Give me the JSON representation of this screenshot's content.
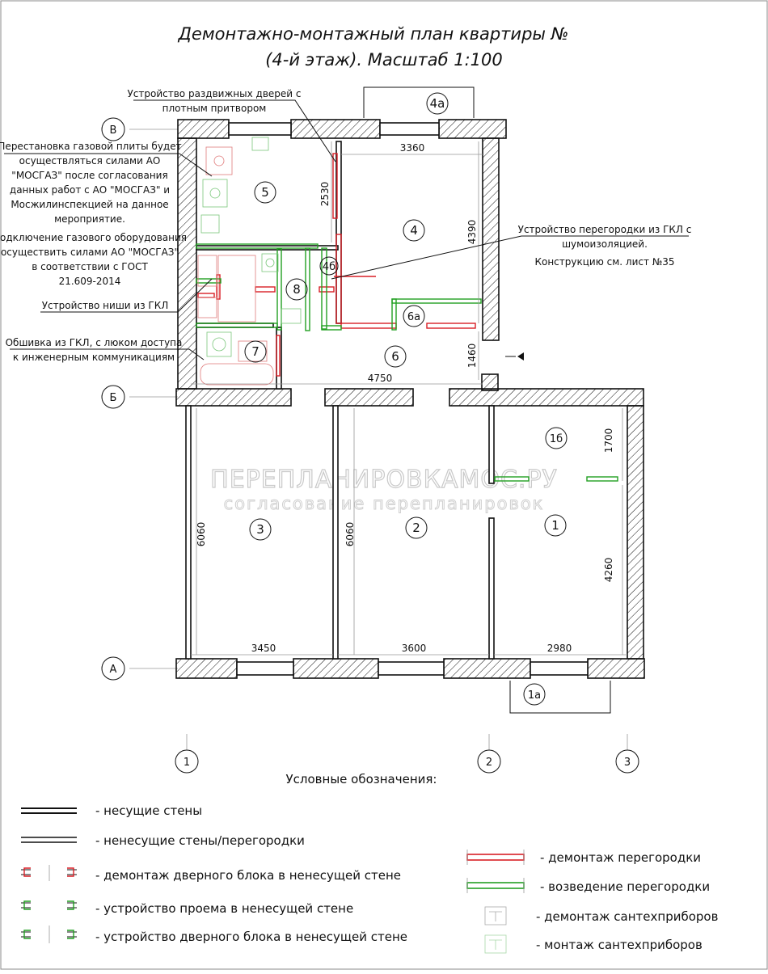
{
  "title": {
    "line1": "Демонтажно-монтажный план квартиры №",
    "line2": "(4-й этаж). Масштаб 1:100"
  },
  "notes": {
    "sliding_doors": [
      "Устройство раздвижных дверей с",
      "плотным притвором"
    ],
    "gas": [
      "Перестановка газовой плиты будет",
      "осуществляться силами АО",
      "\"МОСГАЗ\" после согласования",
      "данных работ с АО \"МОСГАЗ\" и",
      "Мосжилинспекцией на данное",
      "мероприятие.",
      "Подключение газового оборудования",
      "осуществить силами АО \"МОСГАЗ\"",
      "в соответствии с ГОСТ",
      "21.609-2014"
    ],
    "niche": "Устройство ниши из ГКЛ",
    "lining": [
      "Обшивка из ГКЛ, с люком доступа",
      "к инженерным коммуникациям"
    ],
    "partition": [
      "Устройство перегородки из ГКЛ с",
      "шумоизоляцией.",
      "Конструкцию см. лист №35"
    ]
  },
  "axes": {
    "rows": [
      "В",
      "Б",
      "А"
    ],
    "cols": [
      "1",
      "2",
      "3"
    ]
  },
  "rooms": [
    "5",
    "4",
    "4а",
    "4б",
    "8",
    "6а",
    "6",
    "7",
    "3",
    "2",
    "1",
    "1б",
    "1а"
  ],
  "dimensions": {
    "d3360": "3360",
    "d2530": "2530",
    "d4390": "4390",
    "d1460": "1460",
    "d4750": "4750",
    "d1700": "1700",
    "d6060a": "6060",
    "d6060b": "6060",
    "d4260": "4260",
    "d3450": "3450",
    "d3600": "3600",
    "d2980": "2980"
  },
  "watermark": {
    "line1": "ПЕРЕПЛАНИРОВКАМОС.РУ",
    "line2": "согласование перепланировок"
  },
  "legend": {
    "title": "Условные обозначения:",
    "items": [
      "- несущие стены",
      "- ненесущие стены/перегородки",
      "- демонтаж дверного блока в ненесущей стене",
      "- устройство проема в ненесущей стене",
      "- устройство дверного блока в ненесущей стене",
      "- демонтаж перегородки",
      "- возведение перегородки",
      "- демонтаж сантехприборов",
      "- монтаж сантехприборов"
    ]
  },
  "colors": {
    "demolition": "#d81f26",
    "construction": "#22a022"
  }
}
